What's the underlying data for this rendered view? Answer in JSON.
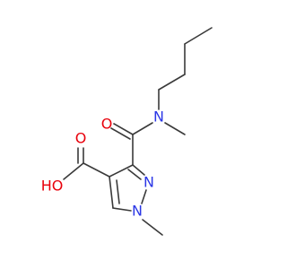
{
  "molecule": {
    "atoms": {
      "o_carbonyl_amide": "O",
      "n_amide": "N",
      "oh_acid": "HO",
      "o_carbonyl_acid": "O",
      "n_ring_2": "N",
      "n_ring_1": "N"
    },
    "colors": {
      "bond": "#3a3a3a",
      "oxygen": "#e8000b",
      "nitrogen": "#2b37e6",
      "background": "#ffffff"
    }
  }
}
